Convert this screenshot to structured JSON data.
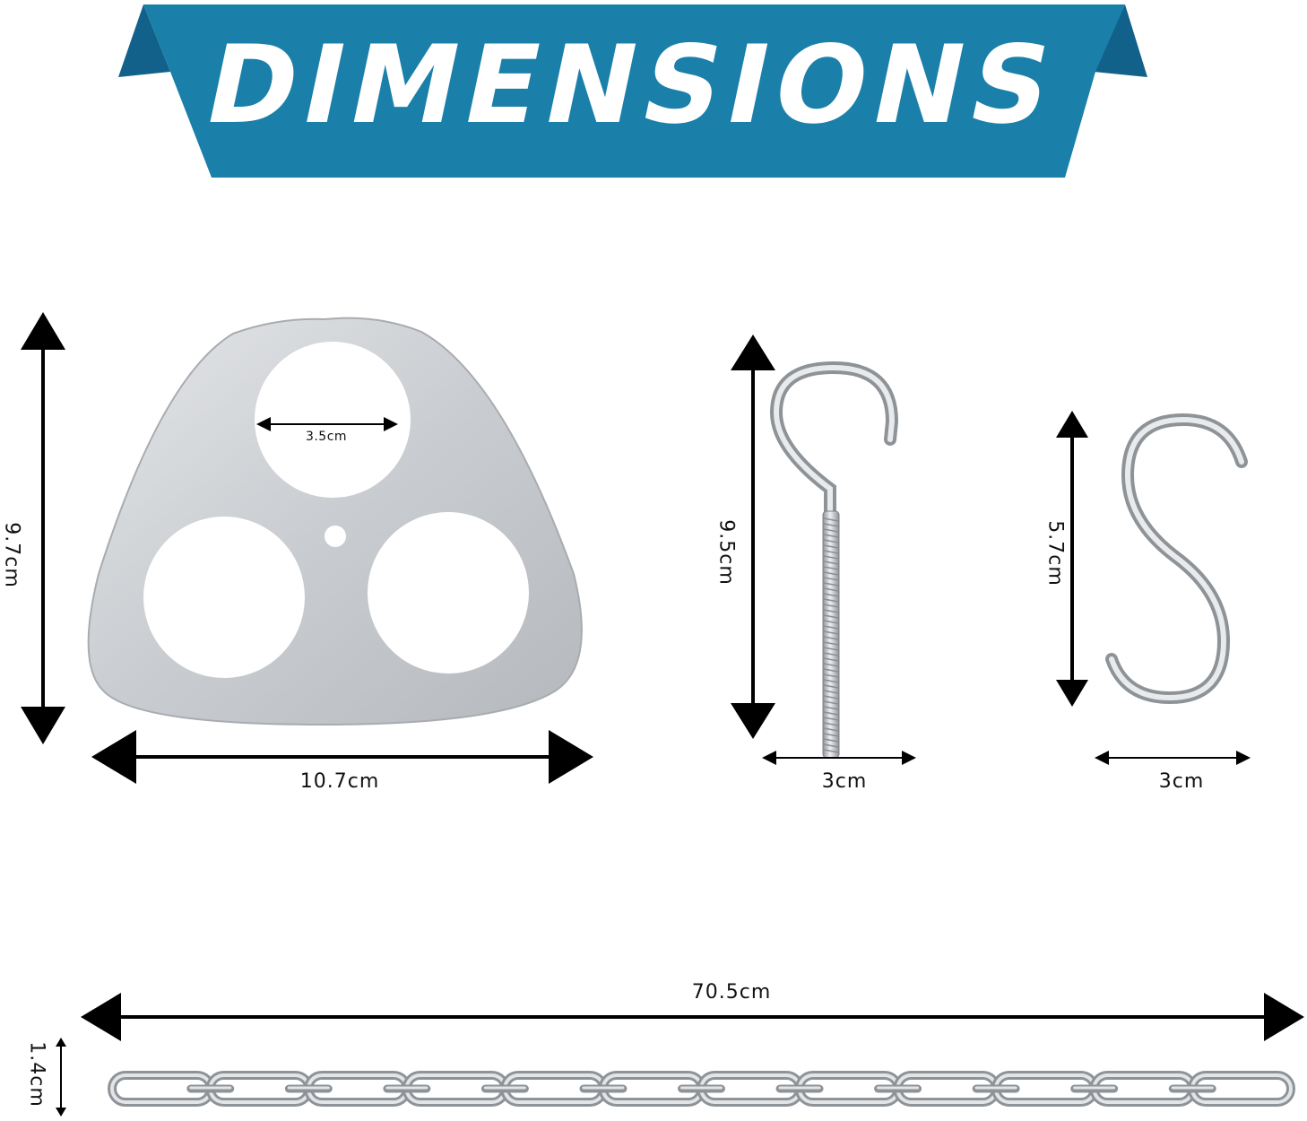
{
  "banner": {
    "title": "DIMENSIONS",
    "color": "#1a80aa",
    "fold_color": "#11618a"
  },
  "plate": {
    "height_label": "9.7cm",
    "width_label": "10.7cm",
    "hole_label": "3.5cm"
  },
  "eye_hook": {
    "height_label": "9.5cm",
    "width_label": "3cm"
  },
  "s_hook": {
    "height_label": "5.7cm",
    "width_label": "3cm"
  },
  "chain": {
    "length_label": "70.5cm",
    "height_label": "1.4cm",
    "link_count": 12
  },
  "colors": {
    "arrow": "#000000",
    "metal": "#c4c7ca",
    "metal_dark": "#8e9398"
  }
}
